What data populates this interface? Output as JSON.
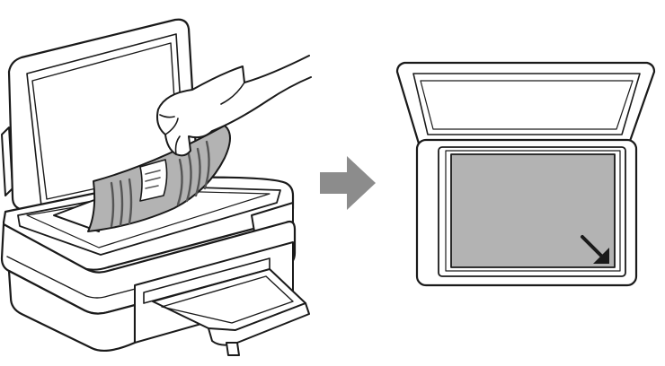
{
  "figure": {
    "steps": [
      {
        "id": "place-document",
        "depicts": "hand-placing-document-face-down-on-scanner-glass"
      },
      {
        "id": "align-corner",
        "depicts": "document-aligned-to-corner-mark-on-scanner-glass"
      }
    ],
    "icons": {
      "transition": "right-arrow-icon",
      "corner_mark": "corner-alignment-arrow-icon"
    },
    "colors": {
      "line": "#1a1a1a",
      "glass": "#ffffff",
      "document": "#b3b3b3",
      "document_stripes": "#555555",
      "transition_arrow": "#8c8c8c",
      "panel_fill": "#ffffff"
    }
  }
}
